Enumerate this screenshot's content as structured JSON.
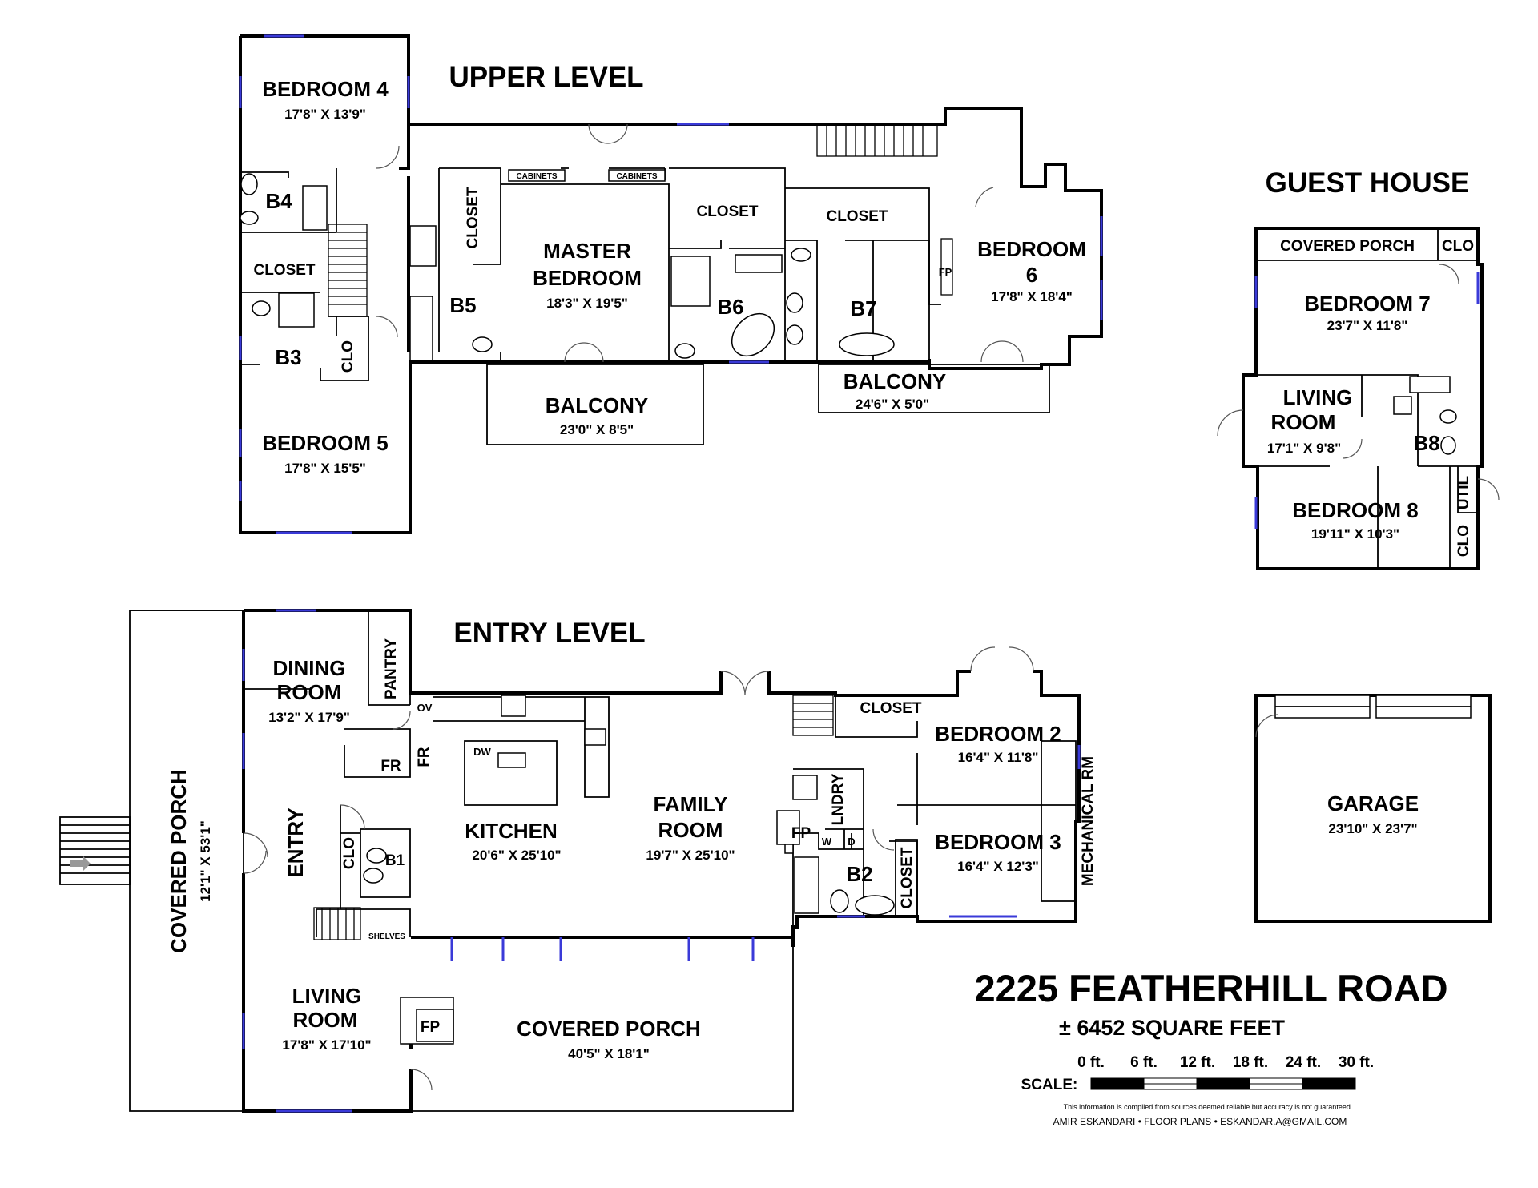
{
  "levels": {
    "upper": "UPPER LEVEL",
    "entry": "ENTRY LEVEL",
    "guest": "GUEST HOUSE"
  },
  "upper_rooms": {
    "bedroom4": {
      "name": "BEDROOM 4",
      "dim": "17'8\" X 13'9\""
    },
    "b4": "B4",
    "closet_b4": "CLOSET",
    "b3": "B3",
    "clo_b3": "CLO",
    "bedroom5": {
      "name": "BEDROOM 5",
      "dim": "17'8\" X 15'5\""
    },
    "closet_b5": "CLOSET",
    "b5": "B5",
    "cabinets_1": "CABINETS",
    "cabinets_2": "CABINETS",
    "master": {
      "name_1": "MASTER",
      "name_2": "BEDROOM",
      "dim": "18'3\" X 19'5\""
    },
    "closet_b6": "CLOSET",
    "b6": "B6",
    "closet_b7": "CLOSET",
    "b7": "B7",
    "fp": "FP",
    "bedroom6": {
      "name_1": "BEDROOM",
      "name_2": "6",
      "dim": "17'8\" X 18'4\""
    },
    "balcony1": {
      "name": "BALCONY",
      "dim": "23'0\" X 8'5\""
    },
    "balcony2": {
      "name": "BALCONY",
      "dim": "24'6\" X 5'0\""
    }
  },
  "guest_rooms": {
    "covered_porch": "COVERED PORCH",
    "clo_top": "CLO",
    "bedroom7": {
      "name": "BEDROOM 7",
      "dim": "23'7\" X 11'8\""
    },
    "living": {
      "name_1": "LIVING",
      "name_2": "ROOM",
      "dim": "17'1\" X 9'8\""
    },
    "b8": "B8",
    "bedroom8": {
      "name": "BEDROOM 8",
      "dim": "19'11\" X 10'3\""
    },
    "util": "UTIL",
    "clo_bottom": "CLO"
  },
  "entry_rooms": {
    "covered_porch_west": {
      "name": "COVERED PORCH",
      "dim": "12'1\" X 53'1\""
    },
    "dining": {
      "name_1": "DINING",
      "name_2": "ROOM",
      "dim": "13'2\" X 17'9\""
    },
    "pantry": "PANTRY",
    "ov": "OV",
    "fr1": "FR",
    "fr2": "FR",
    "dw": "DW",
    "kitchen": {
      "name": "KITCHEN",
      "dim": "20'6\" X 25'10\""
    },
    "family": {
      "name_1": "FAMILY",
      "name_2": "ROOM",
      "dim": "19'7\" X 25'10\""
    },
    "entry": "ENTRY",
    "clo": "CLO",
    "b1": "B1",
    "shelves": "SHELVES",
    "living": {
      "name_1": "LIVING",
      "name_2": "ROOM",
      "dim": "17'8\" X 17'10\""
    },
    "fp_living": "FP",
    "covered_porch_south": {
      "name": "COVERED PORCH",
      "dim": "40'5\" X 18'1\""
    },
    "closet": "CLOSET",
    "bedroom2": {
      "name": "BEDROOM 2",
      "dim": "16'4\" X 11'8\""
    },
    "mechanical": "MECHANICAL RM",
    "lndry": "LNDRY",
    "fp_family": "FP",
    "w": "W",
    "d": "D",
    "b2": "B2",
    "closet_b2": "CLOSET",
    "bedroom3": {
      "name": "BEDROOM 3",
      "dim": "16'4\" X 12'3\""
    }
  },
  "garage": {
    "name": "GARAGE",
    "dim": "23'10\" X 23'7\""
  },
  "info": {
    "address": "2225 FEATHERHILL ROAD",
    "sqft": "± 6452 SQUARE FEET",
    "scale_label": "SCALE:",
    "scale_ticks": [
      "0 ft.",
      "6 ft.",
      "12 ft.",
      "18 ft.",
      "24 ft.",
      "30 ft."
    ],
    "disclaimer": "This information is compiled from sources deemed reliable but accuracy is not guaranteed.",
    "credit": "AMIR ESKANDARI  •  FLOOR PLANS  •  ESKANDAR.A@GMAIL.COM"
  },
  "colors": {
    "wall": "#000000",
    "window": "#3a3ad8",
    "background": "#ffffff"
  }
}
